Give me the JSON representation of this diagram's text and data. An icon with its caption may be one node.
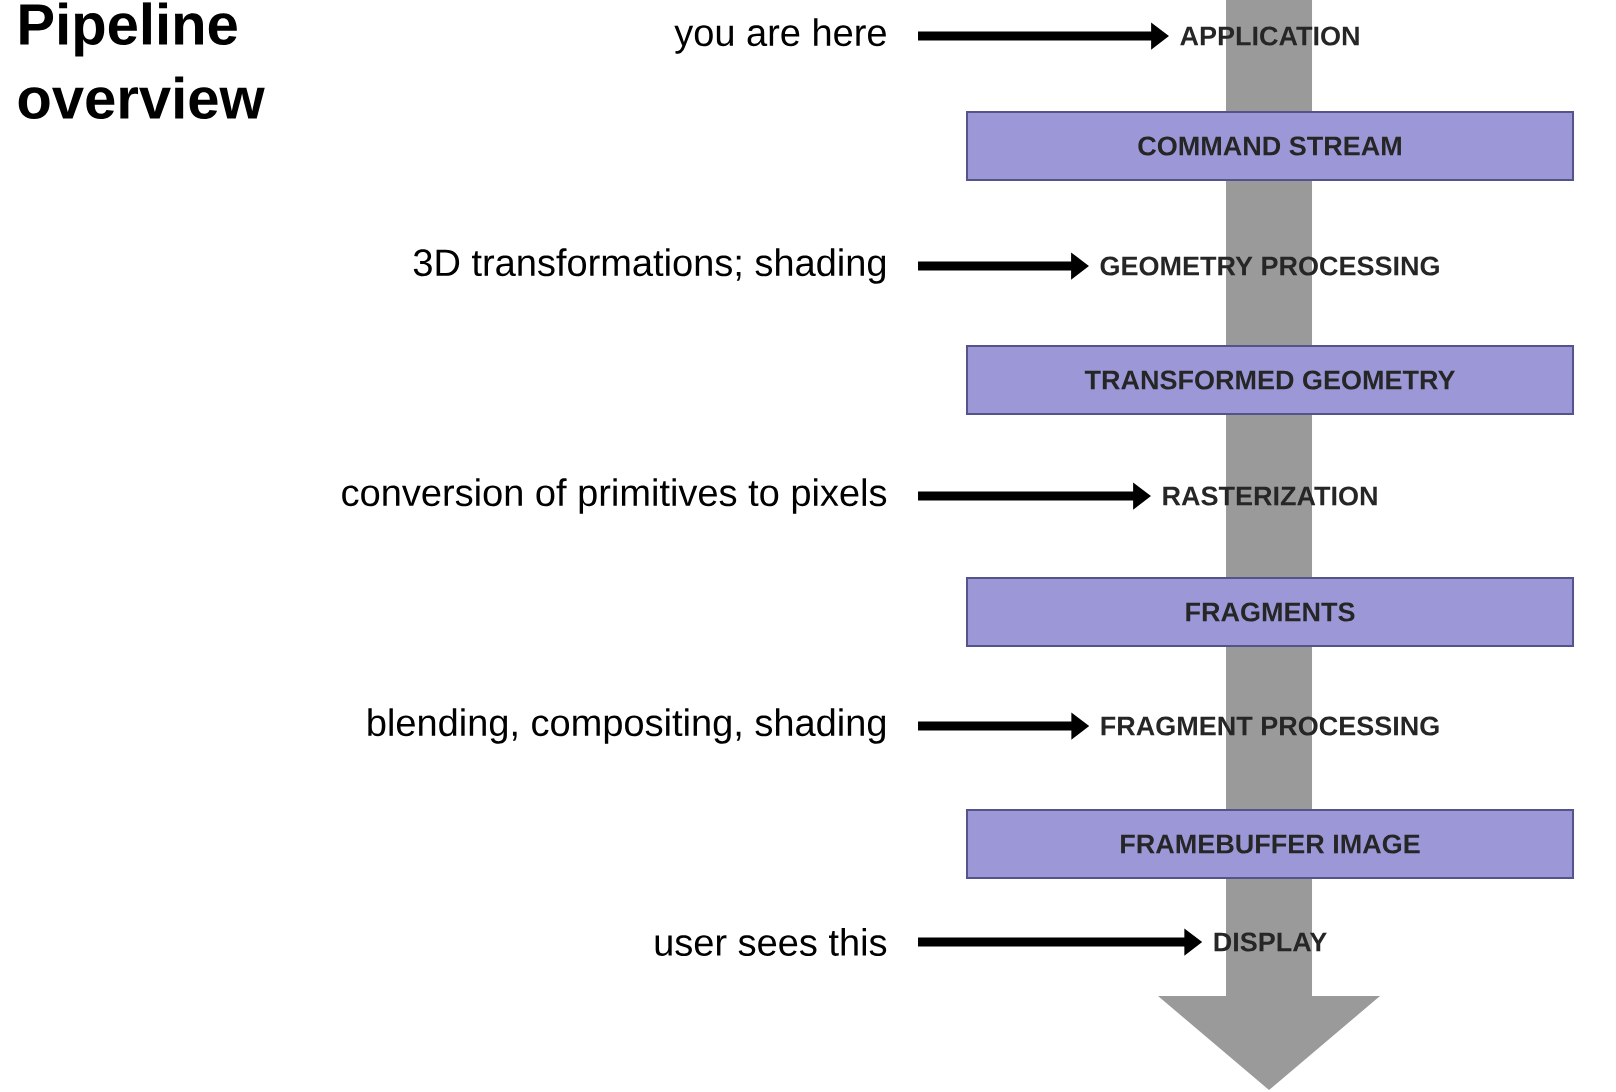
{
  "diagram": {
    "title": "Pipeline overview",
    "nodes": [
      {
        "text": [
          "you are here"
        ]
      },
      {
        "text": [
          "APPLICATION"
        ]
      },
      {
        "text": [
          "COMMAND STREAM"
        ]
      },
      {
        "text": [
          "3D transformations; shading"
        ]
      },
      {
        "text": [
          "GEOMETRY PROCESSING"
        ]
      },
      {
        "text": [
          "TRANSFORMED GEOMETRY"
        ]
      },
      {
        "text": [
          "conversion of primitives to pixels"
        ]
      },
      {
        "text": [
          "RASTERIZATION"
        ]
      },
      {
        "text": [
          "FRAGMENTS"
        ]
      },
      {
        "text": [
          "blending, compositing, shading"
        ]
      },
      {
        "text": [
          "FRAGMENT PROCESSING"
        ]
      },
      {
        "text": [
          "FRAMEBUFFER IMAGE"
        ]
      },
      {
        "text": [
          "user sees this"
        ]
      },
      {
        "text": [
          "DISPLAY"
        ]
      }
    ],
    "edges": [
      {
        "from": 0,
        "to": 1,
        "arrow": "to"
      },
      {
        "from": 3,
        "to": 4,
        "arrow": "to"
      },
      {
        "from": 6,
        "to": 7,
        "arrow": "to"
      },
      {
        "from": 9,
        "to": 10,
        "arrow": "to"
      },
      {
        "from": 12,
        "to": 13,
        "arrow": "to"
      }
    ]
  }
}
